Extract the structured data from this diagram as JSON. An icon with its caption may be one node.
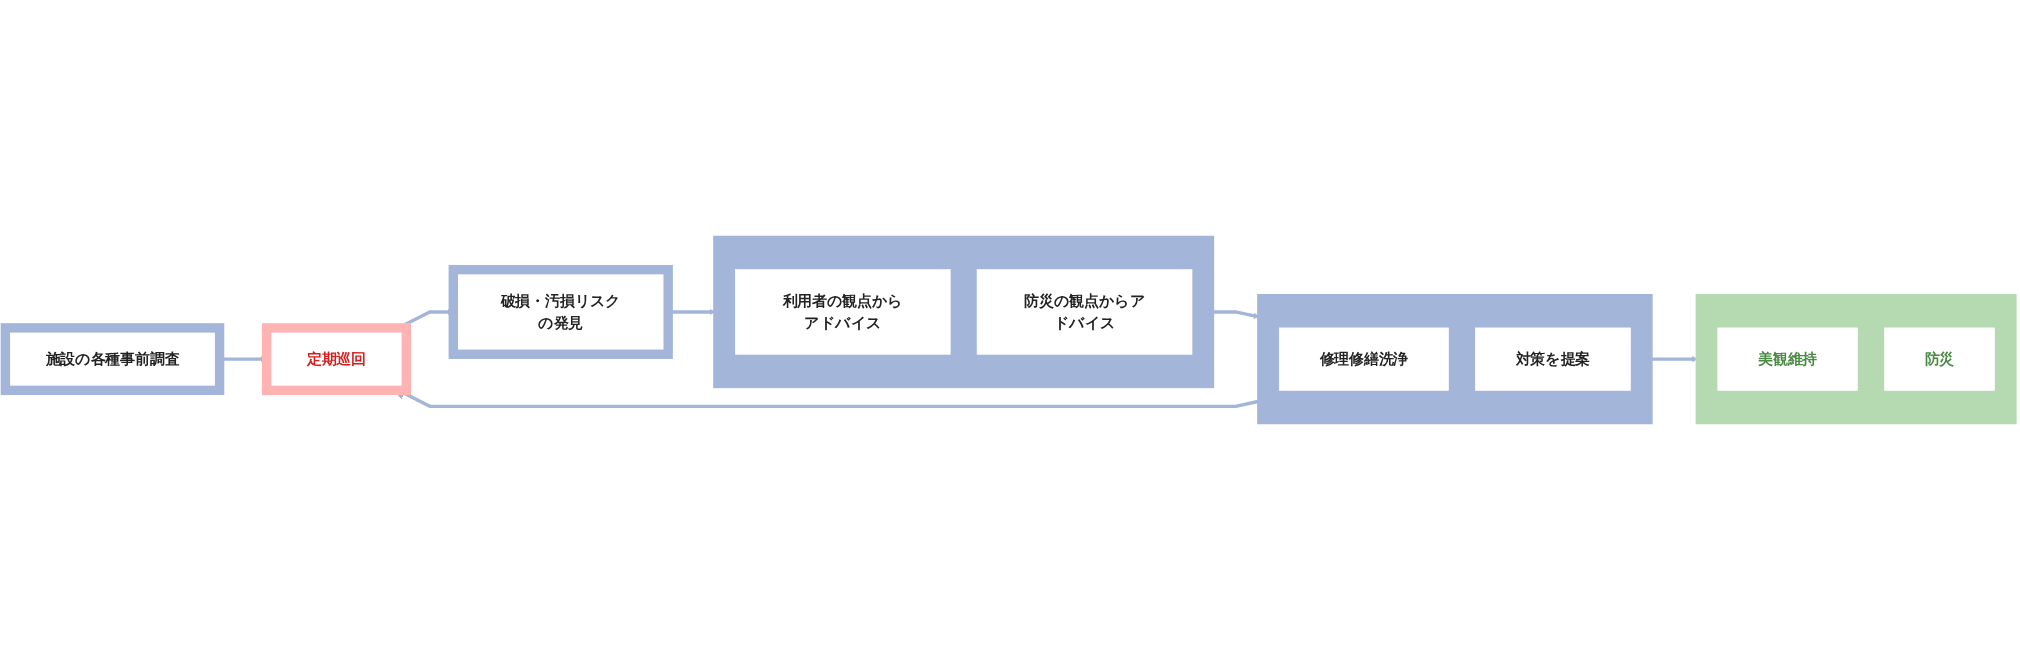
{
  "diagram": {
    "nodes": [
      {
        "text": [
          "施設の各種事前調査"
        ]
      },
      {
        "text": [
          "定期巡回"
        ]
      },
      {
        "text": [
          "破損・汚損リスクの発見"
        ]
      },
      {
        "text": [],
        "shape": "box"
      },
      {
        "text": [
          "利用者の観点からアドバイス"
        ],
        "in": 3
      },
      {
        "text": [
          "防災の観点からアドバイス"
        ],
        "in": 3
      },
      {
        "text": [],
        "shape": "box"
      },
      {
        "text": [
          "修理修繕洗浄"
        ],
        "in": 6
      },
      {
        "text": [
          "対策を提案"
        ],
        "in": 6
      },
      {
        "text": [],
        "shape": "box"
      },
      {
        "text": [
          "美観維持"
        ],
        "in": 9
      },
      {
        "text": [
          "防災"
        ],
        "in": 9
      }
    ],
    "edges": [
      {
        "from": 0,
        "to": 1,
        "arrow": "to"
      },
      {
        "from": 1,
        "to": 2,
        "arrow": "to"
      },
      {
        "from": 2,
        "to": 3,
        "arrow": "to"
      },
      {
        "from": 3,
        "to": 6,
        "arrow": "to"
      },
      {
        "from": 6,
        "to": 9,
        "arrow": "to"
      },
      {
        "from": 6,
        "to": 1,
        "arrow": "to"
      }
    ]
  }
}
